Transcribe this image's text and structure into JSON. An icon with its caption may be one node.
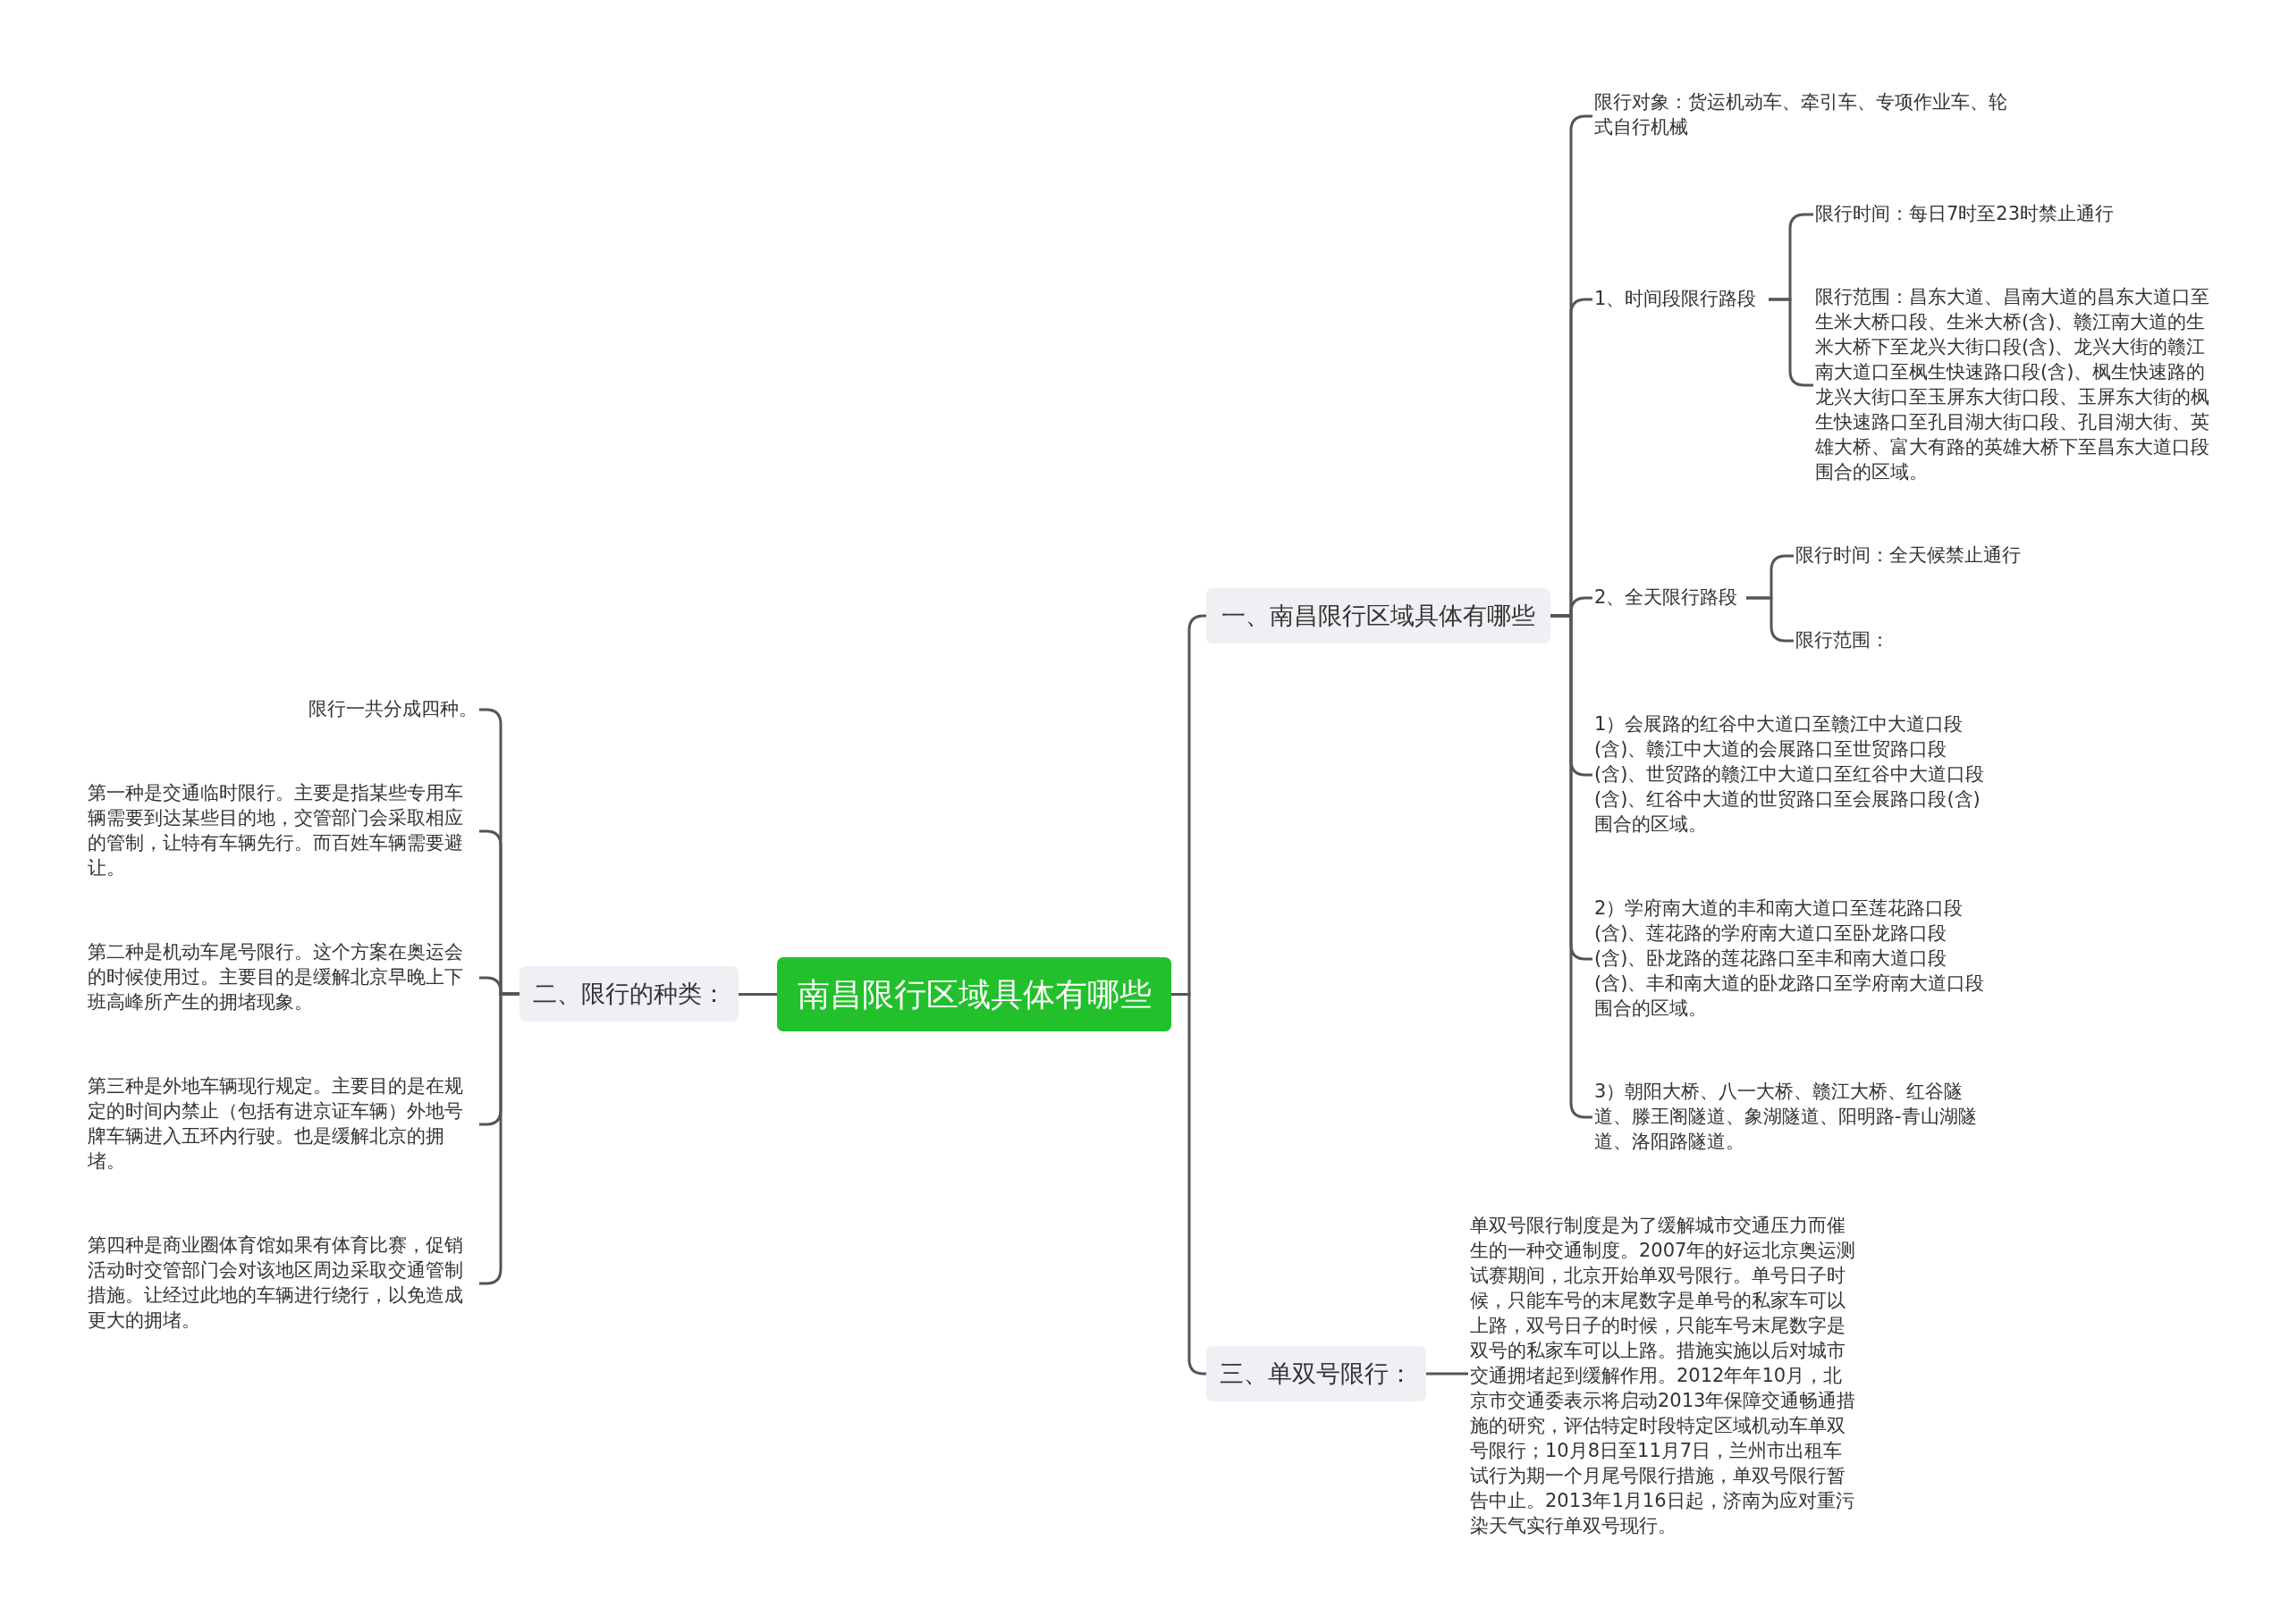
{
  "diagram": {
    "nodes": [
      {
        "text": [
          "南昌限行区域具体有哪些"
        ]
      },
      {
        "text": [
          "一、南昌限行区域具体有哪些"
        ]
      },
      {
        "text": [
          "限行对象：货运机动车、牵引车、专项作业车、轮式自行机械"
        ]
      },
      {
        "text": [
          "1、时间段限行路段"
        ]
      },
      {
        "text": [
          "限行时间：每日7时至23时禁止通行"
        ]
      },
      {
        "text": [
          "限行范围：昌东大道、昌南大道的昌东大道口至生米大桥口段、生米大桥(含)、赣江南大道的生米大桥下至龙兴大街口段(含)、龙兴大街的赣江南大道口至枫生快速路口段(含)、枫生快速路的龙兴大街口至玉屏东大街口段、玉屏东大街的枫生快速路口至孔目湖大街口段、孔目湖大街、英雄大桥、富大有路的英雄大桥下至昌东大道口段围合的区域。"
        ]
      },
      {
        "text": [
          "2、全天限行路段"
        ]
      },
      {
        "text": [
          "限行时间：全天候禁止通行"
        ]
      },
      {
        "text": [
          "限行范围："
        ]
      },
      {
        "text": [
          "1）会展路的红谷中大道口至赣江中大道口段(含)、赣江中大道的会展路口至世贸路口段(含)、世贸路的赣江中大道口至红谷中大道口段(含)、红谷中大道的世贸路口至会展路口段(含)围合的区域。"
        ]
      },
      {
        "text": [
          "2）学府南大道的丰和南大道口至莲花路口段(含)、莲花路的学府南大道口至卧龙路口段(含)、卧龙路的莲花路口至丰和南大道口段(含)、丰和南大道的卧龙路口至学府南大道口段围合的区域。"
        ]
      },
      {
        "text": [
          "3）朝阳大桥、八一大桥、赣江大桥、红谷隧道、滕王阁隧道、象湖隧道、阳明路-青山湖隧道、洛阳路隧道。"
        ]
      },
      {
        "text": [
          "二、限行的种类："
        ]
      },
      {
        "text": [
          "限行一共分成四种。"
        ]
      },
      {
        "text": [
          "第一种是交通临时限行。主要是指某些专用车辆需要到达某些目的地，交管部门会采取相应的管制，让特有车辆先行。而百姓车辆需要避让。"
        ]
      },
      {
        "text": [
          "第二种是机动车尾号限行。这个方案在奥运会的时候使用过。主要目的是缓解北京早晚上下班高峰所产生的拥堵现象。"
        ]
      },
      {
        "text": [
          "第三种是外地车辆现行规定。主要目的是在规定的时间内禁止（包括有进京证车辆）外地号牌车辆进入五环内行驶。也是缓解北京的拥堵。"
        ]
      },
      {
        "text": [
          "第四种是商业圈体育馆如果有体育比赛，促销活动时交管部门会对该地区周边采取交通管制措施。让经过此地的车辆进行绕行，以免造成更大的拥堵。"
        ]
      },
      {
        "text": [
          "三、单双号限行："
        ]
      },
      {
        "text": [
          "单双号限行制度是为了缓解城市交通压力而催生的一种交通制度。2007年的好运北京奥运测试赛期间，北京开始单双号限行。单号日子时候，只能车号的末尾数字是单号的私家车可以上路，双号日子的时候，只能车号末尾数字是双号的私家车可以上路。措施实施以后对城市交通拥堵起到缓解作用。2012年年10月，北京市交通委表示将启动2013年保障交通畅通措施的研究，评估特定时段特定区域机动车单双号限行；10月8日至11月7日，兰州市出租车试行为期一个月尾号限行措施，单双号限行暂告中止。2013年1月16日起，济南为应对重污染天气实行单双号现行。"
        ]
      }
    ],
    "edges": [
      {
        "from": 0,
        "to": 1,
        "arrow": "none"
      },
      {
        "from": 1,
        "to": 2,
        "arrow": "none"
      },
      {
        "from": 1,
        "to": 3,
        "arrow": "none"
      },
      {
        "from": 3,
        "to": 4,
        "arrow": "none"
      },
      {
        "from": 3,
        "to": 5,
        "arrow": "none"
      },
      {
        "from": 1,
        "to": 6,
        "arrow": "none"
      },
      {
        "from": 6,
        "to": 7,
        "arrow": "none"
      },
      {
        "from": 6,
        "to": 8,
        "arrow": "none"
      },
      {
        "from": 1,
        "to": 9,
        "arrow": "none"
      },
      {
        "from": 1,
        "to": 10,
        "arrow": "none"
      },
      {
        "from": 1,
        "to": 11,
        "arrow": "none"
      },
      {
        "from": 0,
        "to": 12,
        "arrow": "none"
      },
      {
        "from": 12,
        "to": 13,
        "arrow": "none"
      },
      {
        "from": 12,
        "to": 14,
        "arrow": "none"
      },
      {
        "from": 12,
        "to": 15,
        "arrow": "none"
      },
      {
        "from": 12,
        "to": 16,
        "arrow": "none"
      },
      {
        "from": 12,
        "to": 17,
        "arrow": "none"
      },
      {
        "from": 0,
        "to": 18,
        "arrow": "none"
      },
      {
        "from": 18,
        "to": 19,
        "arrow": "none"
      }
    ]
  }
}
